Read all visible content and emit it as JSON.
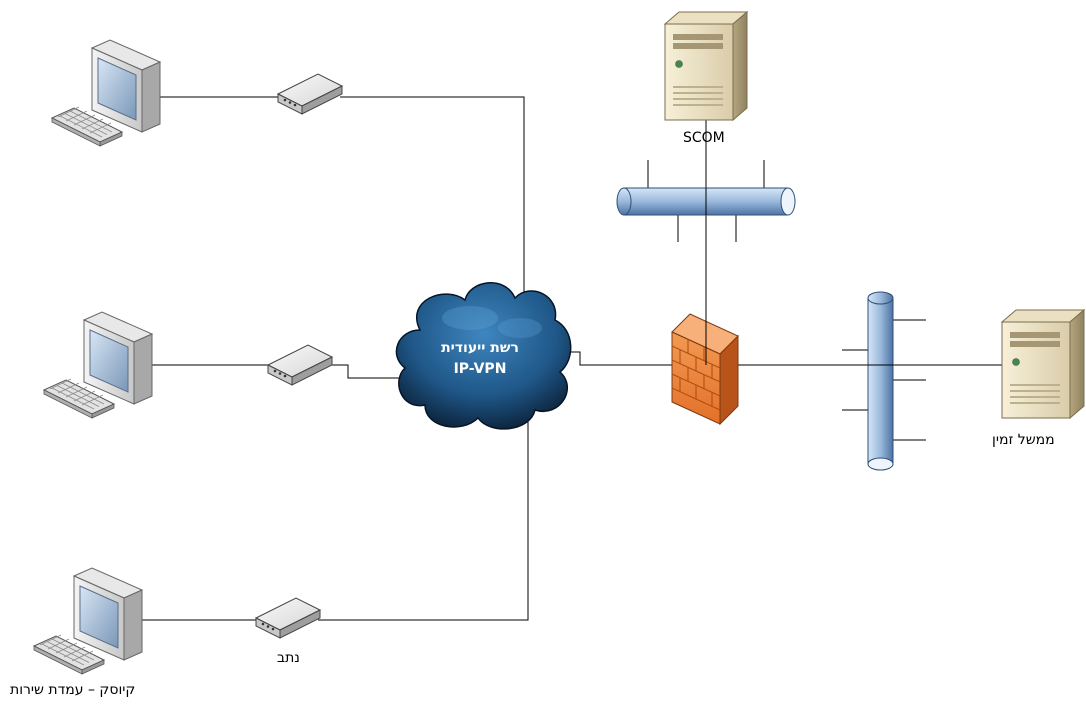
{
  "network": {
    "cloud_line1": "רשת ייעודית",
    "cloud_line2": "IP-VPN"
  },
  "labels": {
    "scom": "SCOM",
    "time_server": "ממשל זמין",
    "router": "נתב",
    "kiosk": "קיוסק – עמדת שירות"
  }
}
